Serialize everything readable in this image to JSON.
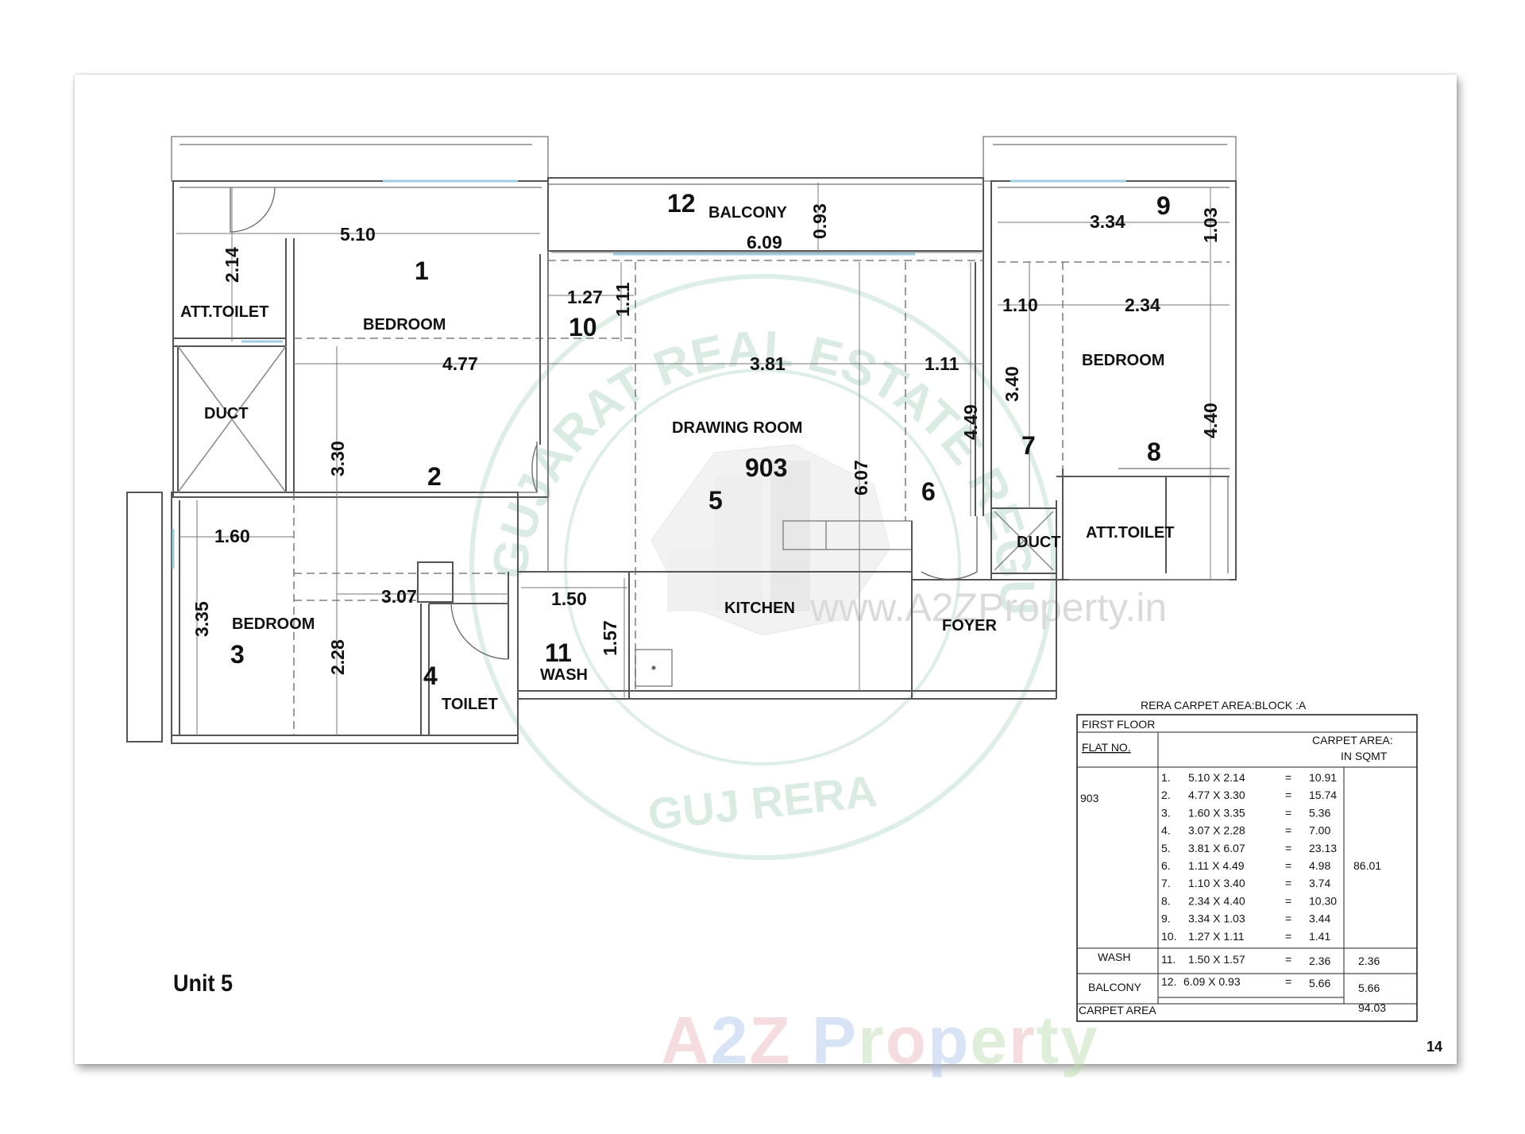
{
  "unit_title": "Unit 5",
  "page_number": "14",
  "flat_number": "903",
  "rooms": {
    "bedroom_1": "BEDROOM",
    "bedroom_3": "BEDROOM",
    "bedroom_8": "BEDROOM",
    "att_toilet_left": "ATT.TOILET",
    "att_toilet_right": "ATT.TOILET",
    "duct_left": "DUCT",
    "duct_right": "DUCT",
    "balcony": "BALCONY",
    "drawing_room": "DRAWING ROOM",
    "kitchen": "KITCHEN",
    "foyer": "FOYER",
    "wash": "WASH",
    "toilet": "TOILET"
  },
  "area_numbers": [
    "1",
    "2",
    "3",
    "4",
    "5",
    "6",
    "7",
    "8",
    "9",
    "10",
    "11",
    "12"
  ],
  "dimensions": {
    "d_5_10": "5.10",
    "d_2_14": "2.14",
    "d_4_77": "4.77",
    "d_3_30": "3.30",
    "d_1_60": "1.60",
    "d_3_35": "3.35",
    "d_3_07": "3.07",
    "d_2_28": "2.28",
    "d_1_50": "1.50",
    "d_1_57": "1.57",
    "d_1_27": "1.27",
    "d_1_11a": "1.11",
    "d_3_81": "3.81",
    "d_6_07": "6.07",
    "d_6_09": "6.09",
    "d_0_93": "0.93",
    "d_1_11b": "1.11",
    "d_4_49": "4.49",
    "d_3_34": "3.34",
    "d_1_03": "1.03",
    "d_1_10": "1.10",
    "d_2_34": "2.34",
    "d_3_40": "3.40",
    "d_4_40": "4.40"
  },
  "watermark": {
    "seal_top": "GUJARAT REAL ESTATE REGULATORY AUTHORITY",
    "seal_bottom": "GUJ RERA",
    "site": "www.A2ZProperty.in",
    "brand": "A2Z Property"
  },
  "area_table": {
    "title": "RERA CARPET AREA:BLOCK :A",
    "floor": "FIRST FLOOR",
    "col_flat": "FLAT NO.",
    "col_area_1": "CARPET AREA:",
    "col_area_2": "IN SQMT",
    "flat": "903",
    "rows": [
      {
        "n": "1.",
        "calc": "5.10 X 2.14",
        "eq": "=",
        "val": "10.91"
      },
      {
        "n": "2.",
        "calc": "4.77 X 3.30",
        "eq": "=",
        "val": "15.74"
      },
      {
        "n": "3.",
        "calc": "1.60 X 3.35",
        "eq": "=",
        "val": "5.36"
      },
      {
        "n": "4.",
        "calc": "3.07 X 2.28",
        "eq": "=",
        "val": "7.00"
      },
      {
        "n": "5.",
        "calc": "3.81 X 6.07",
        "eq": "=",
        "val": "23.13"
      },
      {
        "n": "6.",
        "calc": "1.11 X 4.49",
        "eq": "=",
        "val": "4.98"
      },
      {
        "n": "7.",
        "calc": "1.10 X 3.40",
        "eq": "=",
        "val": "3.74"
      },
      {
        "n": "8.",
        "calc": "2.34 X 4.40",
        "eq": "=",
        "val": "10.30"
      },
      {
        "n": "9.",
        "calc": "3.34 X 1.03",
        "eq": "=",
        "val": "3.44"
      },
      {
        "n": "10.",
        "calc": "1.27 X 1.11",
        "eq": "=",
        "val": "1.41"
      }
    ],
    "subtotal": "86.01",
    "wash_label": "WASH",
    "wash_row": {
      "n": "11.",
      "calc": "1.50 X 1.57",
      "eq": "=",
      "val": "2.36",
      "total": "2.36"
    },
    "balcony_label": "BALCONY",
    "balcony_row": {
      "n": "12.",
      "calc": "6.09 X 0.93",
      "eq": "=",
      "val": "5.66",
      "total": "5.66"
    },
    "carpet_label": "CARPET AREA",
    "carpet_total": "94.03"
  },
  "colors": {
    "wall": "#555555",
    "glass": "#9ecfe0",
    "seal": "#d5e9e0",
    "brand_a": "#e8b4b8",
    "brand_z": "#a8c4e8",
    "brand_p": "#b7d9a8"
  }
}
